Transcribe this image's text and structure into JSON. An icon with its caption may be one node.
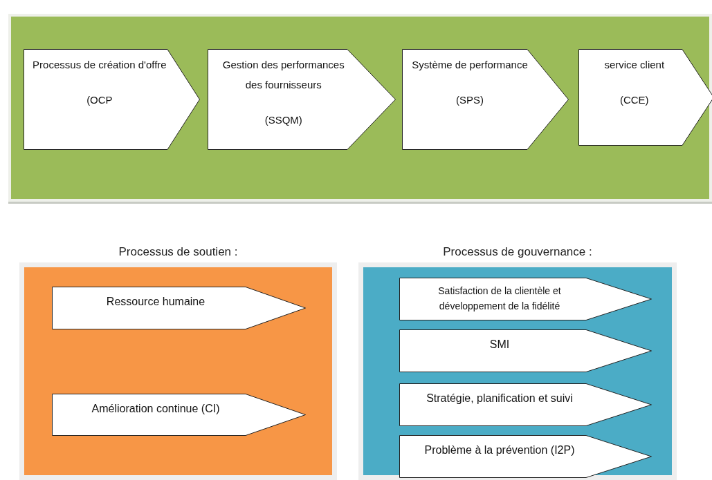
{
  "diagram": {
    "nodes": [
      {
        "text": [],
        "shape": "box"
      },
      {
        "text": [
          "Processus de création d'offre",
          "(OCP"
        ],
        "in": 0
      },
      {
        "text": [
          "Gestion des performances des fournisseurs",
          "(SSQM)"
        ],
        "in": 0
      },
      {
        "text": [
          "Système de performance",
          "(SPS)"
        ],
        "in": 0
      },
      {
        "text": [
          "service client",
          "(CCE)"
        ],
        "in": 0
      },
      {
        "text": [
          "Processus de soutien :"
        ]
      },
      {
        "text": [
          "Ressource humaine"
        ],
        "in": 5
      },
      {
        "text": [
          "Amélioration continue (CI)"
        ],
        "in": 5
      },
      {
        "text": [
          "Processus de gouvernance :"
        ]
      },
      {
        "text": [
          "Satisfaction de la clientèle et développement de la fidélité"
        ],
        "in": 8
      },
      {
        "text": [
          "SMI"
        ],
        "in": 8
      },
      {
        "text": [
          "Stratégie, planification et suivi"
        ],
        "in": 8
      },
      {
        "text": [
          "Problème à la prévention (I2P)"
        ],
        "in": 8
      }
    ],
    "edges": []
  }
}
